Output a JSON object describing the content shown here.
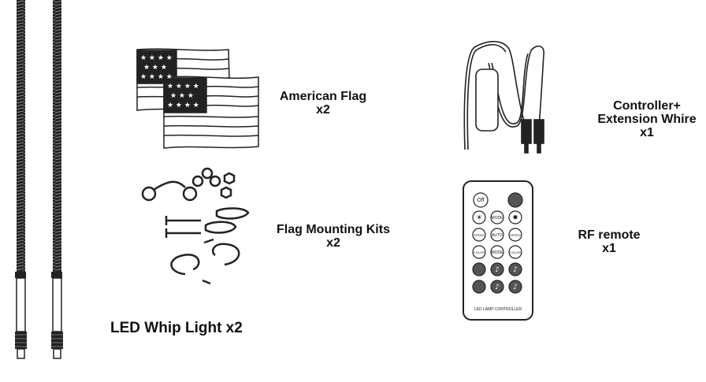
{
  "products": {
    "whip_light": {
      "name": "LED Whip Light",
      "qty": "x2",
      "caption": "LED Whip Light x2"
    },
    "american_flag": {
      "line1": "American Flag",
      "line2": "x2"
    },
    "flag_mounting_kits": {
      "line1": "Flag Mounting Kits",
      "line2": "x2"
    },
    "controller": {
      "line1": "Controller+",
      "line2": "Extension Whire",
      "line3": "x1"
    },
    "rf_remote": {
      "line1": "RF remote",
      "line2": "x1"
    }
  },
  "remote": {
    "off": "Off",
    "mode": "MODE",
    "speed": "SPEED",
    "auto": "AUTO",
    "color": "COLOR",
    "footer": "LED LAMP CONTROLLER"
  },
  "colors": {
    "line_art": "#111111",
    "background": "#ffffff",
    "remote_gray": "#555555"
  },
  "icons": [
    "whip-light",
    "american-flag",
    "mounting-hooks",
    "controller-cable",
    "rf-remote"
  ]
}
